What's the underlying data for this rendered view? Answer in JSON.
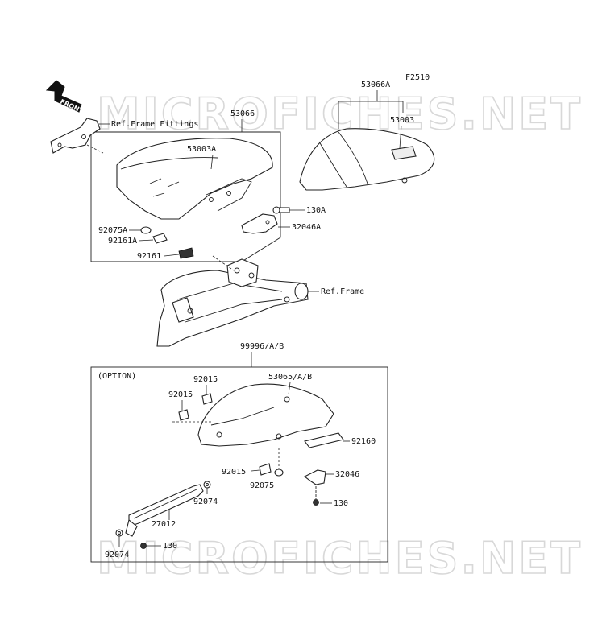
{
  "diagram_id": "F2510",
  "watermark": "MICROFICHES.NET",
  "front_arrow_text": "FRONT",
  "option_label": "(OPTION)",
  "labels": {
    "ref_frame_fittings": "Ref.Frame Fittings",
    "ref_frame": "Ref.Frame",
    "p53066": "53066",
    "p53003a": "53003A",
    "p92075a": "92075A",
    "p92161a": "92161A",
    "p92161": "92161",
    "p130a": "130A",
    "p32046a": "32046A",
    "p53066a": "53066A",
    "p53003": "53003",
    "p99996": "99996/A/B",
    "p53065": "53065/A/B",
    "p92015_a": "92015",
    "p92015_b": "92015",
    "p92015_c": "92015",
    "p92160": "92160",
    "p32046": "32046",
    "p92075": "92075",
    "p130_a": "130",
    "p130_b": "130",
    "p92074_a": "92074",
    "p92074_b": "92074",
    "p27012": "27012"
  }
}
